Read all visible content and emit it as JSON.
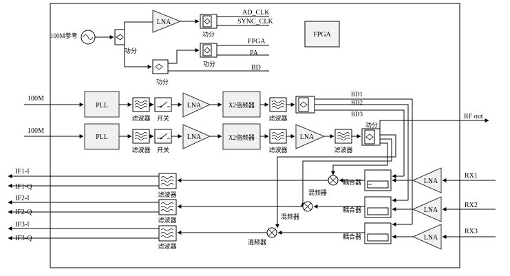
{
  "labels": {
    "ref_in": "100M参考",
    "ad_clk": "AD_CLK",
    "sync_clk": "SYNC_CLK",
    "fpga_out": "FPGA",
    "pa_out": "PA",
    "bd_out": "BD",
    "fpga_block": "FPGA",
    "lna": "LNA",
    "power_split": "功分",
    "in_100m": "100M",
    "pll": "PLL",
    "filter": "滤波器",
    "switch": "开关",
    "doubler": "X2倍频器",
    "bd1": "BD1",
    "bd2": "BD2",
    "bd3": "BD3",
    "rf_out": "RF out",
    "coupler": "耦合器",
    "mixer": "混频器",
    "rx1": "RX1",
    "rx2": "RX2",
    "rx3": "RX3",
    "if1_i": "IF1-I",
    "if1_q": "IF1-Q",
    "if2_i": "IF2-I",
    "if2_q": "IF2-Q",
    "if3_i": "IF3-I",
    "if3_q": "IF3-Q"
  },
  "icons": {
    "filter": "filter-wave-icon",
    "splitter": "power-divider-icon",
    "oscillator": "sine-source-icon",
    "mixer": "mixer-cross-icon",
    "switch": "switch-icon"
  },
  "colors": {
    "line": "#000000",
    "block_fill": "#f0f0f0",
    "block_stroke": "#333333"
  }
}
